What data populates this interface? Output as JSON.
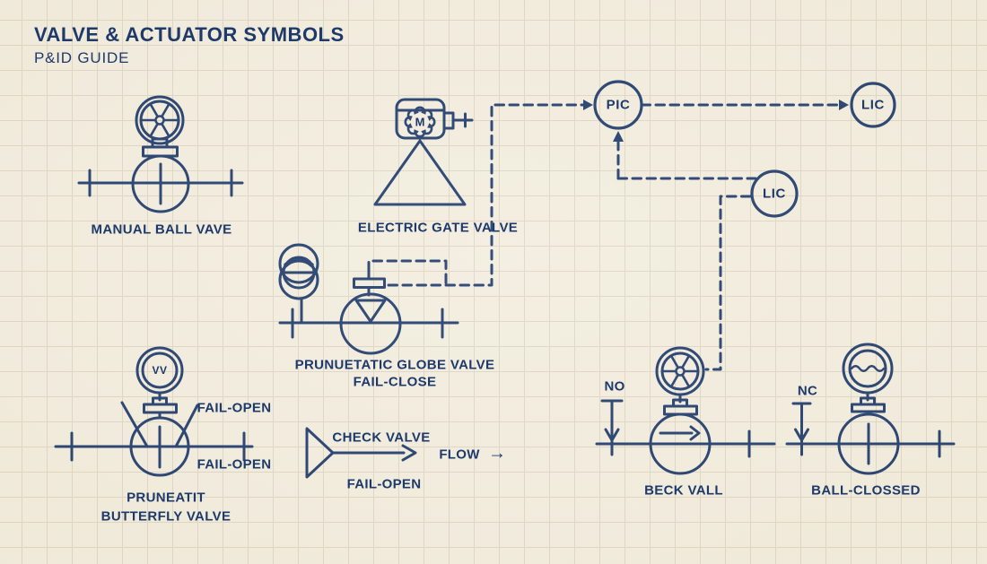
{
  "title": "VALVE & ACTUATOR SYMBOLS",
  "subtitle": "P&ID GUIDE",
  "colors": {
    "ink": "#1e3a6b",
    "paper": "#f2edde",
    "grid": "#ded6c2"
  },
  "instruments": {
    "pic": "PIC",
    "lic_top": "LIC",
    "lic_mid": "LIC"
  },
  "symbols": {
    "manual_ball": {
      "caption": "MANUAL BALL VAVE"
    },
    "electric_gate": {
      "caption": "ELECTRIC GATE VALVE",
      "motor_letter": "M"
    },
    "globe": {
      "caption_line1": "PRUNUETATIC GLOBE VALVE",
      "caption_line2": "FAIL-CLOSE"
    },
    "butterfly": {
      "caption_line1": "PRUNEATIT",
      "caption_line2": "BUTTERFLY VALVE",
      "fail_open_top": "FAIL-OPEN",
      "fail_open_bottom": "FAIL-OPEN",
      "actuator_letters": "VV"
    },
    "check": {
      "caption": "CHECK VALVE",
      "fail_open": "FAIL-OPEN",
      "flow_label": "FLOW",
      "flow_arrow": "→"
    },
    "beck": {
      "caption": "BECK VALL",
      "state_label": "NO"
    },
    "ball_closed": {
      "caption": "BALL-CLOSSED",
      "state_label": "NC"
    }
  }
}
